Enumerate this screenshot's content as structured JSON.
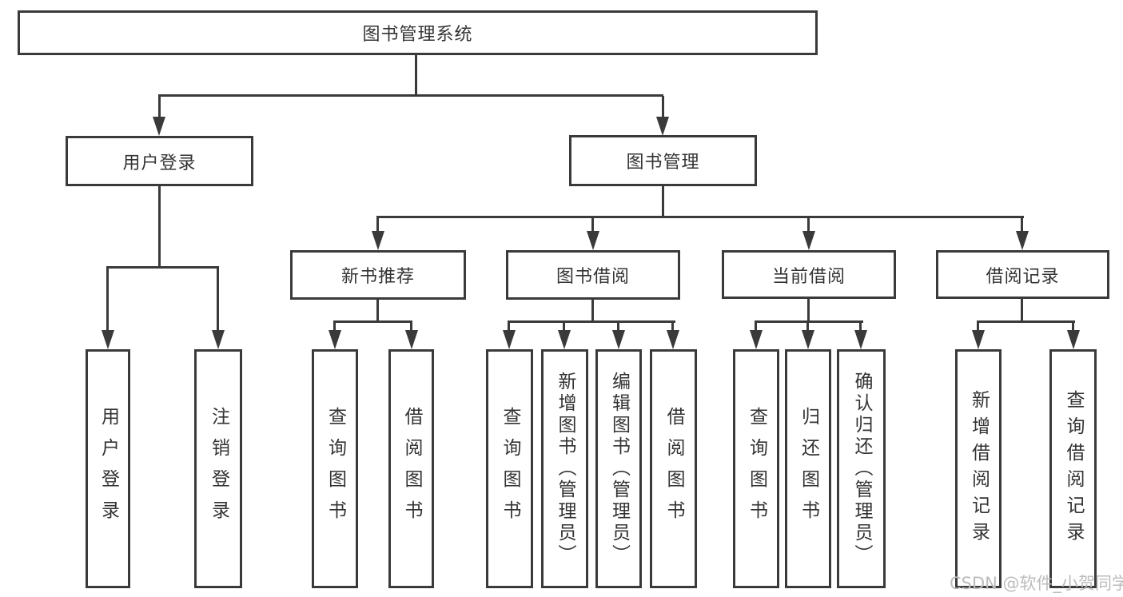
{
  "diagram_type": "tree",
  "tree": {
    "root": {
      "label": "图书管理系统",
      "children": [
        {
          "label": "用户登录",
          "children": [
            {
              "label": "用户登录"
            },
            {
              "label": "注销登录"
            }
          ]
        },
        {
          "label": "图书管理",
          "children": [
            {
              "label": "新书推荐",
              "children": [
                {
                  "label": "查询图书"
                },
                {
                  "label": "借阅图书"
                }
              ]
            },
            {
              "label": "图书借阅",
              "children": [
                {
                  "label": "查询图书"
                },
                {
                  "label": "新增图书（管理员）"
                },
                {
                  "label": "编辑图书（管理员）"
                },
                {
                  "label": "借阅图书"
                }
              ]
            },
            {
              "label": "当前借阅",
              "children": [
                {
                  "label": "查询图书"
                },
                {
                  "label": "归还图书"
                },
                {
                  "label": "确认归还（管理员）"
                }
              ]
            },
            {
              "label": "借阅记录",
              "children": [
                {
                  "label": "新增借阅记录"
                },
                {
                  "label": "查询借阅记录"
                }
              ]
            }
          ]
        }
      ]
    }
  },
  "watermark": "CSDN @软件_小贺同学",
  "colors": {
    "line": "#3a3a3a",
    "text": "#333333",
    "watermark": "#bcbcbc",
    "background": "#ffffff"
  }
}
